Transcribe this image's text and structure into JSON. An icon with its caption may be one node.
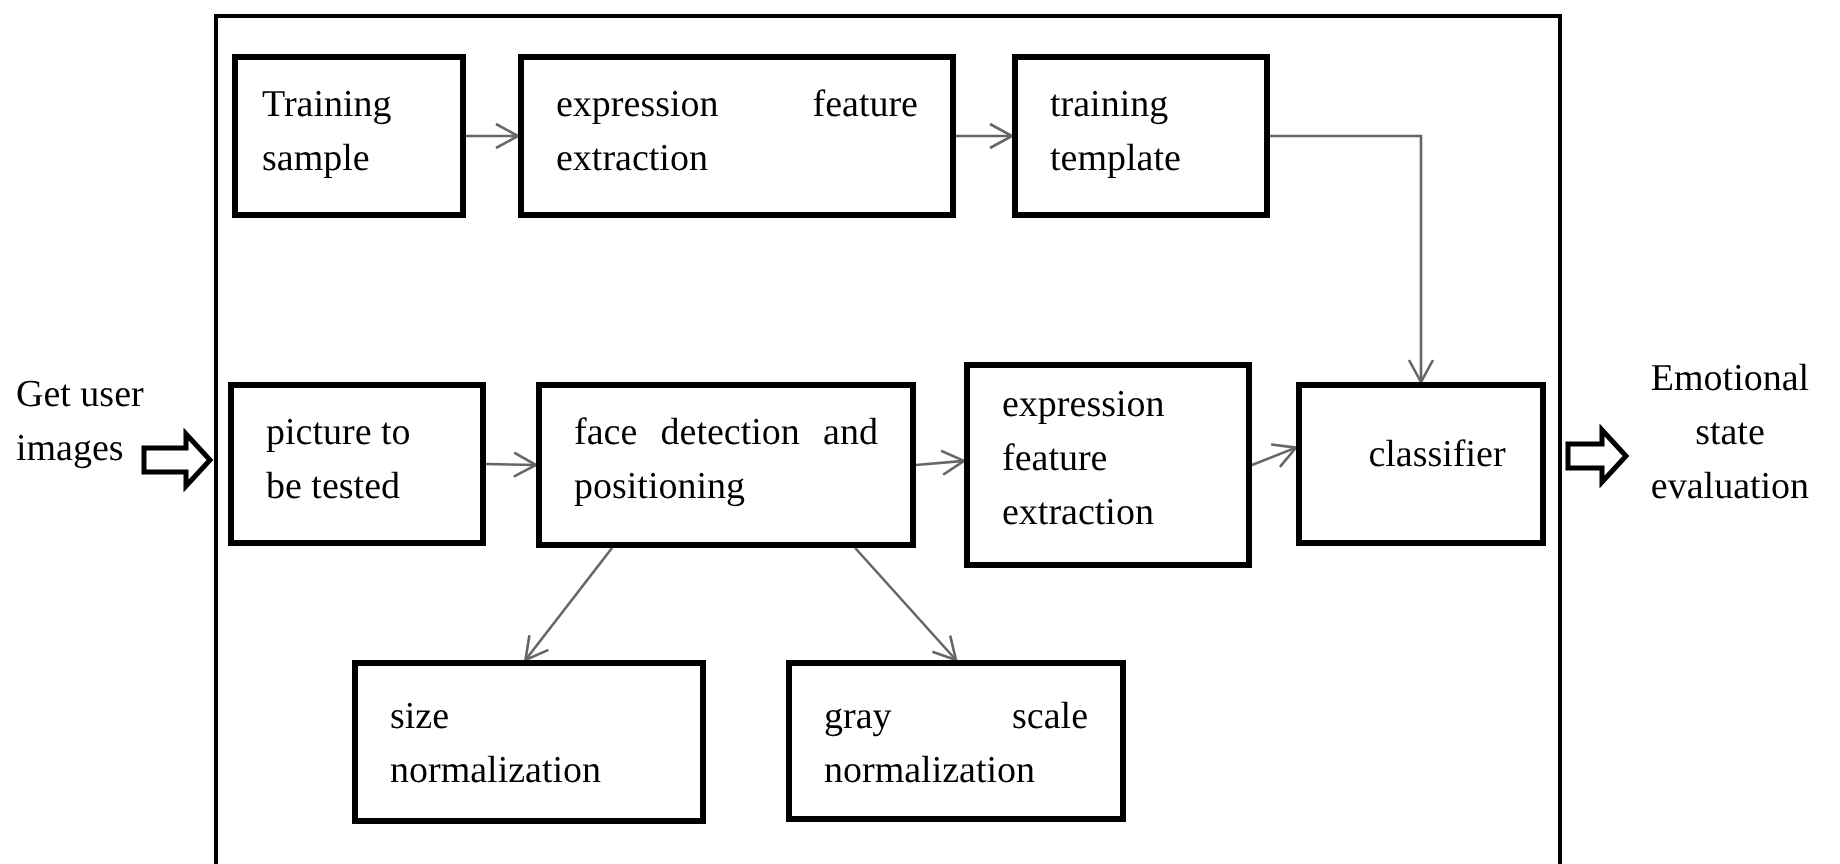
{
  "diagram": {
    "nodes": [
      {
        "text": [],
        "shape": "box"
      },
      {
        "text": [
          "Training sample"
        ],
        "in": 0
      },
      {
        "text": [
          "expression feature extraction"
        ],
        "in": 0
      },
      {
        "text": [
          "training template"
        ],
        "in": 0
      },
      {
        "text": [
          "picture to be tested"
        ],
        "in": 0
      },
      {
        "text": [
          "face detection and positioning"
        ],
        "in": 0
      },
      {
        "text": [
          "expression feature extraction"
        ],
        "in": 0
      },
      {
        "text": [
          "classifier"
        ],
        "in": 0
      },
      {
        "text": [
          "size normalization"
        ],
        "in": 0
      },
      {
        "text": [
          "gray scale normalization"
        ],
        "in": 0
      },
      {
        "text": [
          "Get user images"
        ]
      },
      {
        "text": [
          "Emotional state evaluation"
        ]
      }
    ],
    "edges": [
      {
        "from": 1,
        "to": 2,
        "arrow": "to"
      },
      {
        "from": 2,
        "to": 3,
        "arrow": "to"
      },
      {
        "from": 3,
        "to": 7,
        "arrow": "to"
      },
      {
        "from": 4,
        "to": 5,
        "arrow": "to"
      },
      {
        "from": 5,
        "to": 6,
        "arrow": "to"
      },
      {
        "from": 6,
        "to": 7,
        "arrow": "to"
      },
      {
        "from": 5,
        "to": 8,
        "arrow": "to"
      },
      {
        "from": 5,
        "to": 9,
        "arrow": "to"
      },
      {
        "from": 10,
        "to": 0,
        "arrow": "to",
        "style": "thick"
      },
      {
        "from": 0,
        "to": 11,
        "arrow": "to",
        "style": "thick"
      }
    ]
  }
}
